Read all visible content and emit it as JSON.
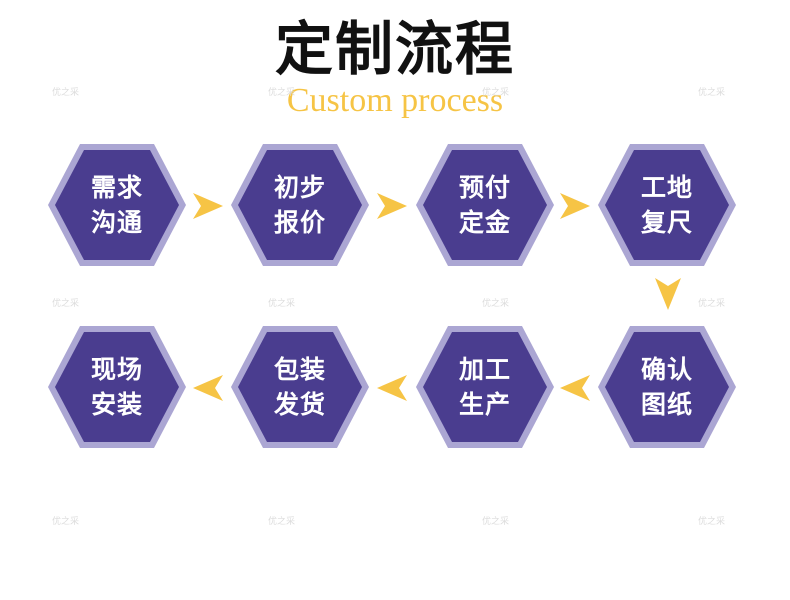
{
  "header": {
    "title": "定制流程",
    "subtitle": "Custom process"
  },
  "watermark": "优之采",
  "colors": {
    "hex_fill": "#4a3d8f",
    "hex_border": "#aba6d3",
    "arrow": "#f6c445",
    "subtitle": "#f6c445"
  },
  "steps": [
    {
      "label": "需求\n沟通"
    },
    {
      "label": "初步\n报价"
    },
    {
      "label": "预付\n定金"
    },
    {
      "label": "工地\n复尺"
    },
    {
      "label": "确认\n图纸"
    },
    {
      "label": "加工\n生产"
    },
    {
      "label": "包装\n发货"
    },
    {
      "label": "现场\n安装"
    }
  ]
}
